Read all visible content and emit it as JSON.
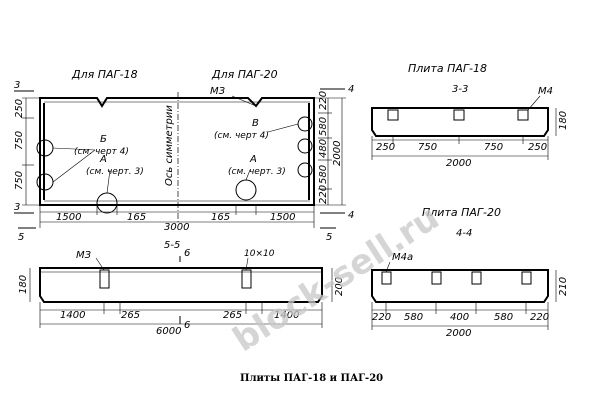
{
  "plan": {
    "label_left": "Для ПАГ-18",
    "label_right": "Для ПАГ-20",
    "m3": "МЗ",
    "b_letter": "Б",
    "b_ref": "(см. черт 4)",
    "a_letter": "А",
    "a_ref": "(см. черт. 3)",
    "a2_letter": "А",
    "a2_ref": "(см. черт. 3)",
    "v_letter": "В",
    "v_ref": "(см. черт 4)",
    "axis_label": "Ось симметрии",
    "dim_1500_left": "1500",
    "dim_165_left": "165",
    "dim_165_right": "165",
    "dim_1500_right": "1500",
    "dim_3000": "3000",
    "dim_250": "250",
    "dim_750_a": "750",
    "dim_750_b": "750",
    "dim_220_top": "220",
    "dim_580_a": "580",
    "dim_480": "480",
    "dim_580_b": "580",
    "dim_220_bot": "220",
    "dim_2000": "2000",
    "sec_3": "3",
    "sec_3b": "3",
    "sec_4": "4",
    "sec_4b": "4",
    "sec_5": "5",
    "sec_5b": "5"
  },
  "section33": {
    "title": "Плита ПАГ-18",
    "sub": "3-3",
    "m4": "М4",
    "dims": [
      "250",
      "750",
      "750",
      "250"
    ],
    "total": "2000",
    "height": "180"
  },
  "section44": {
    "title": "Плита ПАГ-20",
    "sub": "4-4",
    "m4a": "М4а",
    "dims": [
      "220",
      "580",
      "400",
      "580",
      "220"
    ],
    "total": "2000",
    "height": "210"
  },
  "section55": {
    "sub": "5-5",
    "m3": "МЗ",
    "sec6": "6",
    "sec6b": "6",
    "note": "10×10",
    "dims": [
      "1400",
      "265",
      "265",
      "1400"
    ],
    "total": "6000",
    "h_left": "180",
    "h_right": "200"
  },
  "caption": "Плиты ПАГ-18 и ПАГ-20",
  "watermark": "block-sell.ru"
}
